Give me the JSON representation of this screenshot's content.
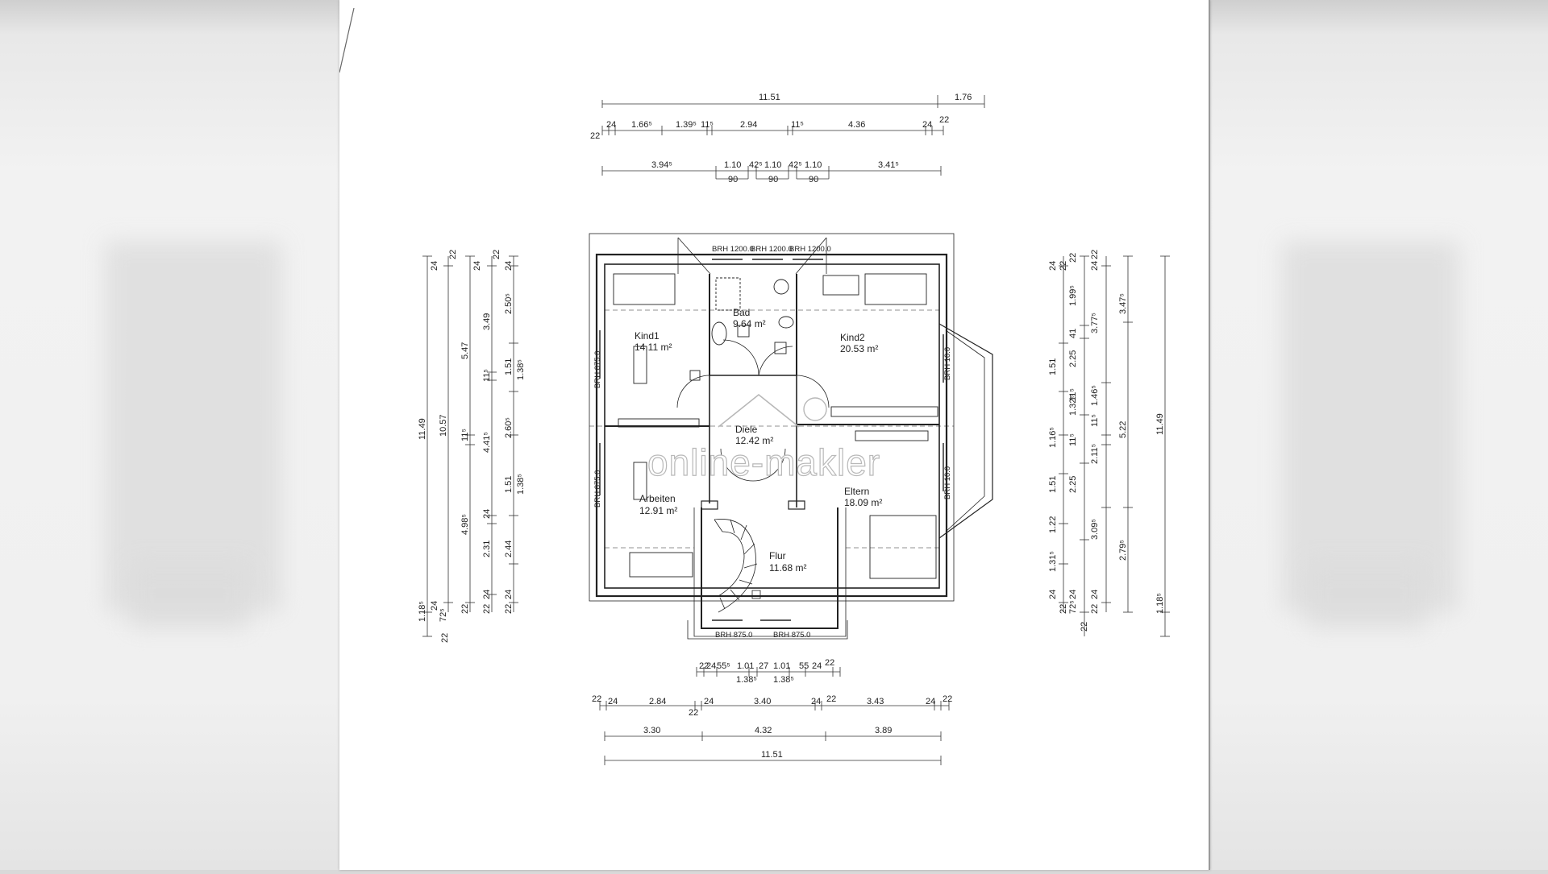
{
  "rooms": [
    {
      "name": "Bad",
      "area": "9.64 m²"
    },
    {
      "name": "Kind1",
      "area": "14.11 m²"
    },
    {
      "name": "Kind2",
      "area": "20.53 m²"
    },
    {
      "name": "Diele",
      "area": "12.42 m²"
    },
    {
      "name": "Arbeiten",
      "area": "12.91 m²"
    },
    {
      "name": "Eltern",
      "area": "18.09 m²"
    },
    {
      "name": "Flur",
      "area": "11.68 m²"
    }
  ],
  "window_labels": {
    "top_1": "BRH 1200.0",
    "top_2": "BRH 1200.0",
    "top_3": "BRH 1200.0",
    "left_upper": "BRH 875.0",
    "left_lower": "BRH 875.0",
    "right_upper": "BRH 10.0",
    "right_lower": "BRH 10.0",
    "bottom_1": "BRH 875.0",
    "bottom_2": "BRH 875.0"
  },
  "watermark": "online-makler",
  "dimensions": {
    "top_overall": [
      "11.51",
      "1.76"
    ],
    "top_row2": [
      "22",
      "24",
      "1.66⁵",
      "1.39⁵",
      "11⁵",
      "2.94",
      "11⁵",
      "4.36",
      "24",
      "22"
    ],
    "top_row3": [
      "3.94⁵",
      "1.10",
      "42⁵",
      "1.10",
      "42⁵",
      "1.10",
      "3.41⁵"
    ],
    "top_row3_sub": [
      "90",
      "90",
      "90"
    ],
    "bottom_small": [
      "22",
      "24",
      "55⁵",
      "1.01",
      "27",
      "1.01",
      "55",
      "24",
      "22"
    ],
    "bottom_small_sub": [
      "1.38⁵",
      "1.38⁵"
    ],
    "bottom_row1": [
      "22",
      "24",
      "2.84",
      "22",
      "24",
      "3.40",
      "24",
      "22",
      "3.43",
      "24",
      "22"
    ],
    "bottom_row2": [
      "3.30",
      "4.32",
      "3.89"
    ],
    "bottom_overall": [
      "11.51"
    ],
    "left_col1": [
      "11.49",
      "1.18⁵",
      "22"
    ],
    "left_col2": [
      "24",
      "10.57",
      "24",
      "72⁵"
    ],
    "left_col3": [
      "22",
      "5.47",
      "11⁵",
      "4.98⁵",
      "22"
    ],
    "left_col4": [
      "24",
      "3.49",
      "11⁵",
      "4.41⁵",
      "24",
      "2.31",
      "24",
      "22"
    ],
    "left_col5": [
      "22",
      "24",
      "2.50⁵",
      "1.51",
      "1.38⁵",
      "2.60⁵",
      "1.51",
      "1.38⁵",
      "2.44",
      "24",
      "22"
    ],
    "right_col1": [
      "22",
      "24",
      "1.51",
      "1.16⁵",
      "1.51",
      "1.22",
      "1.31⁵",
      "24",
      "22"
    ],
    "right_col2": [
      "22",
      "1.99⁵",
      "41",
      "2.25",
      "11⁵",
      "1.32⁵",
      "11⁵",
      "2.25",
      "24",
      "72⁵",
      "22"
    ],
    "right_col3": [
      "22",
      "24",
      "3.77⁵",
      "1.46⁵",
      "11⁵",
      "2.11⁵",
      "3.09⁵",
      "24",
      "22"
    ],
    "right_col4": [
      "3.47⁵",
      "5.22",
      "2.79⁵"
    ],
    "right_col5": [
      "11.49",
      "1.18⁵"
    ]
  }
}
